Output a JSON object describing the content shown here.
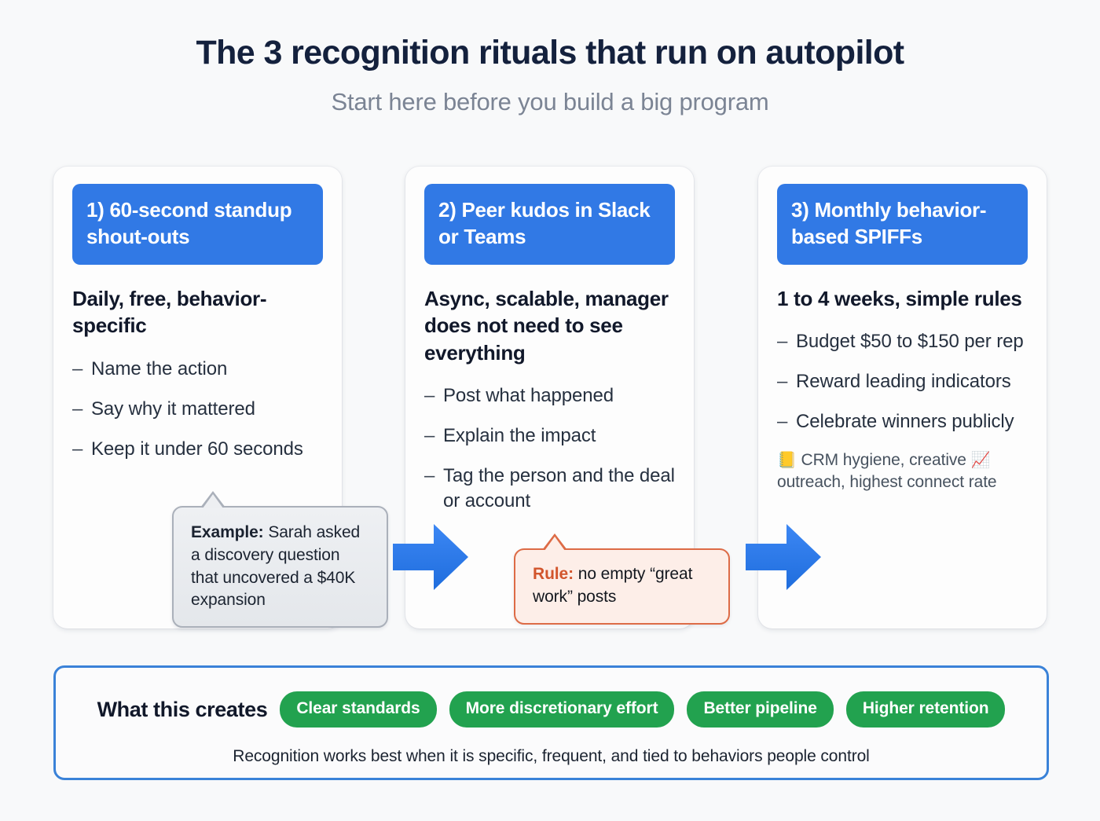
{
  "header": {
    "title": "The 3 recognition rituals that run on autopilot",
    "subtitle": "Start here before you build a big program"
  },
  "colors": {
    "background": "#f8f9fa",
    "title": "#14213d",
    "subtitle": "#7b8494",
    "header_blue": "#3179e5",
    "arrow_blue": "#2e7cf0",
    "pill_green": "#22a24f",
    "footer_border_blue": "#3a82d8",
    "rule_bubble_border": "#dd6b46",
    "rule_bubble_fill": "#fdeee8",
    "rule_label": "#d2552c",
    "example_bubble_border": "#aab0ba",
    "example_bubble_fill": "#e9ecef"
  },
  "cards": [
    {
      "header": "1) 60-second standup shout-outs",
      "lead": "Daily, free, behavior-specific",
      "bullets": [
        "Name the action",
        "Say why it mattered",
        "Keep it under 60 seconds"
      ]
    },
    {
      "header": "2) Peer kudos in Slack or Teams",
      "lead": "Async, scalable, manager does not need to see everything",
      "bullets": [
        "Post what happened",
        "Explain the impact",
        "Tag the person and the deal or account"
      ]
    },
    {
      "header": "3) Monthly behavior-based SPIFFs",
      "lead": "1 to 4 weeks, simple rules",
      "bullets": [
        "Budget $50 to $150 per rep",
        "Reward leading indicators",
        "Celebrate winners publicly"
      ],
      "note_emoji_1": "📒",
      "note_text_1": " CRM hygiene, creative ",
      "note_emoji_2": "📈",
      "note_text_2": " outreach, highest connect rate"
    }
  ],
  "bubbles": {
    "example": {
      "label": "Example:",
      "text": " Sarah asked a discovery question that uncovered a $40K expansion"
    },
    "rule": {
      "label": "Rule:",
      "text": " no empty “great work” posts"
    }
  },
  "arrows": [
    {
      "name": "arrow-card1-to-card2",
      "direction": "right"
    },
    {
      "name": "arrow-card2-to-card3",
      "direction": "right"
    }
  ],
  "footer": {
    "label": "What this creates",
    "pills": [
      "Clear standards",
      "More discretionary effort",
      "Better pipeline",
      "Higher retention"
    ],
    "caption": "Recognition works best when it is specific, frequent, and tied to behaviors people control"
  }
}
